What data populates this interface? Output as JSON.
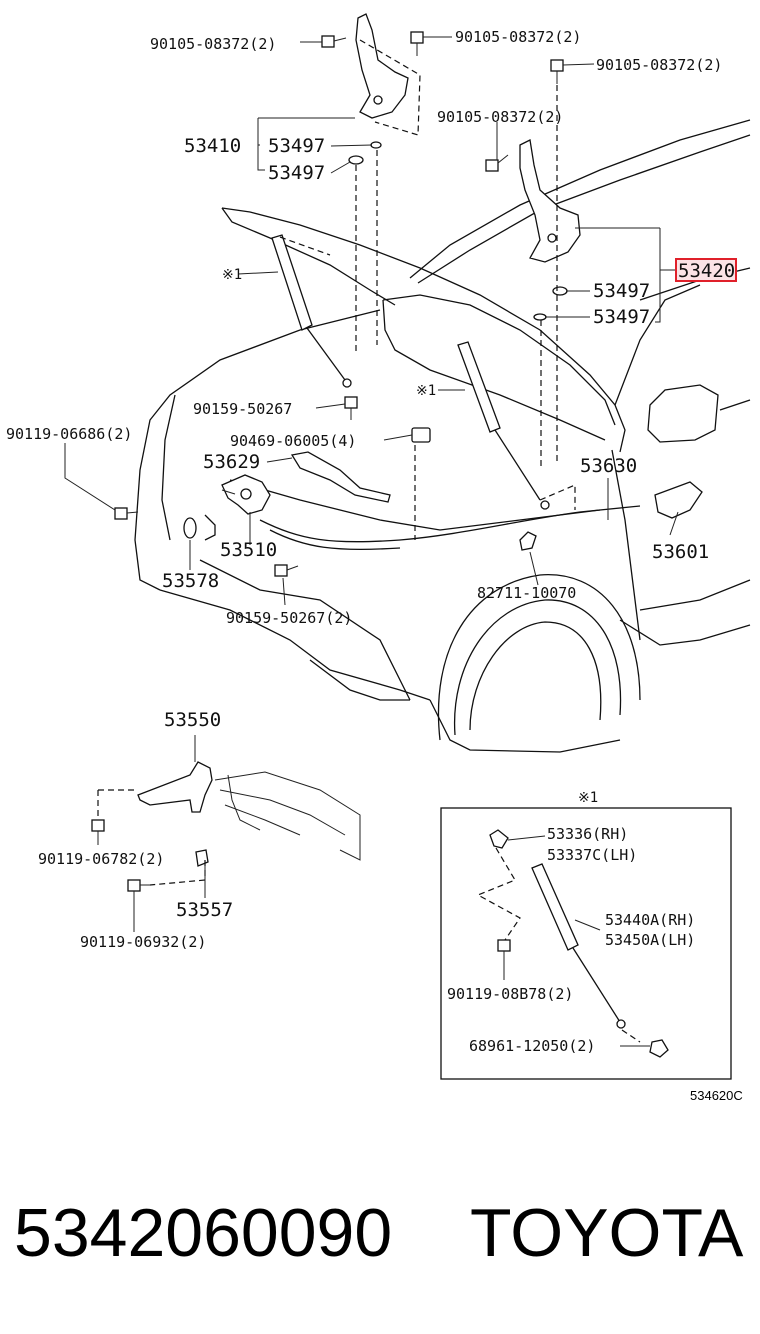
{
  "labels": {
    "p_90105_a": "90105-08372(2)",
    "p_90105_b": "90105-08372(2)",
    "p_90105_c": "90105-08372(2)",
    "p_90105_d": "90105-08372(2)",
    "p_53410": "53410",
    "p_53497_a": "53497",
    "p_53497_b": "53497",
    "p_53420": "53420",
    "p_53497_c": "53497",
    "p_53497_d": "53497",
    "ref_mark_a": "※1",
    "ref_mark_b": "※1",
    "ref_mark_c": "※1",
    "p_90159_a": "90159-50267",
    "p_90119_06686": "90119-06686(2)",
    "p_90469": "90469-06005(4)",
    "p_53629": "53629",
    "p_53630": "53630",
    "p_53510": "53510",
    "p_53601": "53601",
    "p_53578": "53578",
    "p_82711": "82711-10070",
    "p_90159_b": "90159-50267(2)",
    "p_53550": "53550",
    "p_90119_06782": "90119-06782(2)",
    "p_53557": "53557",
    "p_90119_06932": "90119-06932(2)",
    "p_53336": "53336(RH)",
    "p_53337c": "53337C(LH)",
    "p_53440a": "53440A(RH)",
    "p_53450a": "53450A(LH)",
    "p_90119_08b78": "90119-08B78(2)",
    "p_68961": "68961-12050(2)",
    "diagram_code": "534620C"
  },
  "footer": {
    "part_number": "5342060090",
    "brand": "TOYOTA"
  },
  "highlight_color": "#e0202a",
  "highlight_fill": "#fbe3e6"
}
